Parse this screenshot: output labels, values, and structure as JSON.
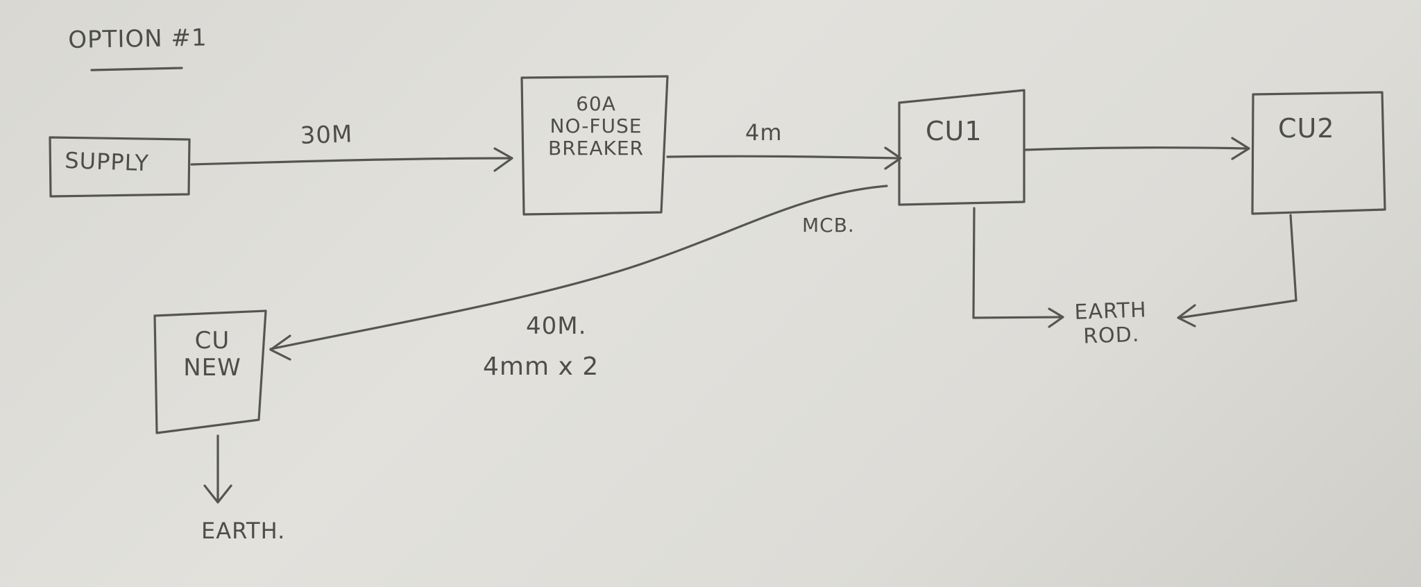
{
  "title": "OPTION #1",
  "nodes": {
    "supply": "SUPPLY",
    "breaker": "60A\nNO-FUSE\nBREAKER",
    "cu1": "CU1",
    "cu2": "CU2",
    "cu_new": "CU\nNEW",
    "earth_rod": "EARTH\nROD.",
    "earth": "EARTH."
  },
  "edges": {
    "supply_breaker": "30M",
    "breaker_cu1": "4m",
    "cu1_cunew_mcb": "MCB.",
    "cu1_cunew_length": "40M.",
    "cu1_cunew_cable": "4mm x 2"
  }
}
